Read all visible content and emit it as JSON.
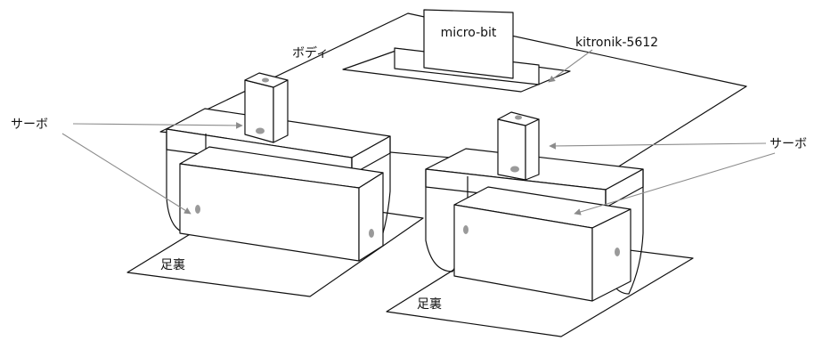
{
  "labels": {
    "body": "ボディ",
    "microbit": "micro-bit",
    "kitronik": "kitronik-5612",
    "servo_left": "サーボ",
    "servo_right": "サーボ",
    "sole_left": "足裏",
    "sole_right": "足裏"
  },
  "colors": {
    "line": "#111111",
    "arrow": "#8c8c8c",
    "dot": "#9a9a9a"
  }
}
